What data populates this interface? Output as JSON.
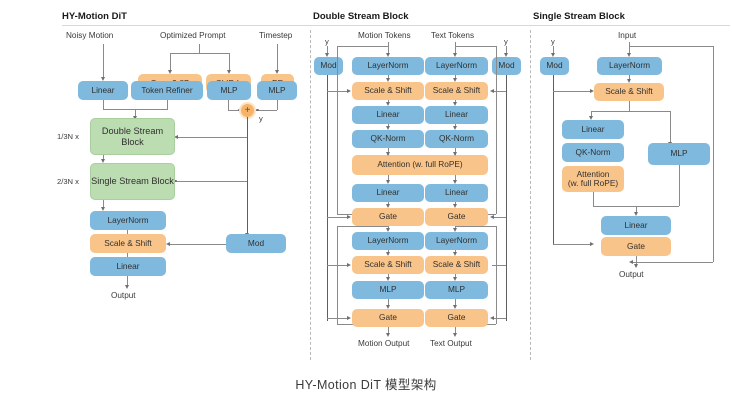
{
  "figure": {
    "caption": "HY-Motion DiT 模型架构"
  },
  "palette": {
    "blue": "#7fb9dd",
    "orange": "#f9c489",
    "green": "#bcdcb2",
    "line": "#8a8a8a",
    "text": "#31302f"
  },
  "panels": {
    "left": {
      "title": "HY-Motion DiT",
      "inputs": [
        {
          "label": "Noisy Motion"
        },
        {
          "label": "Optimized Prompt"
        },
        {
          "label": "Timestep"
        }
      ],
      "nodes": {
        "qwen": "Qwen3-8B",
        "clip": "CLIP-L",
        "pe": "PE",
        "linear_in": "Linear",
        "token_refiner": "Token Refiner",
        "mlp_clip": "MLP",
        "mlp_pe": "MLP",
        "double_stream": "Double Stream Block",
        "single_stream": "Single Stream Block",
        "layernorm": "LayerNorm",
        "scale_shift": "Scale & Shift",
        "linear_out": "Linear",
        "mod": "Mod"
      },
      "multipliers": {
        "double": "1/3N x",
        "single": "2/3N x"
      },
      "signals": {
        "y": "y"
      },
      "output": "Output"
    },
    "middle": {
      "title": "Double Stream Block",
      "top_labels": {
        "y_left": "y",
        "motion_tokens": "Motion Tokens",
        "text_tokens": "Text Tokens",
        "y_right": "y"
      },
      "mod_left": "Mod",
      "mod_right": "Mod",
      "motion_column": [
        "LayerNorm",
        "Scale & Shift",
        "Linear",
        "QK-Norm",
        "Linear",
        "Gate",
        "LayerNorm",
        "Scale & Shift",
        "MLP",
        "Gate"
      ],
      "text_column": [
        "LayerNorm",
        "Scale & Shift",
        "Linear",
        "QK-Norm",
        "Linear",
        "Gate",
        "LayerNorm",
        "Scale & Shift",
        "MLP",
        "Gate"
      ],
      "attention": "Attention (w. full RoPE)",
      "outputs": {
        "motion": "Motion Output",
        "text": "Text Output"
      }
    },
    "right": {
      "title": "Single Stream Block",
      "top_labels": {
        "y": "y",
        "input": "Input"
      },
      "nodes": {
        "mod": "Mod",
        "layernorm": "LayerNorm",
        "scale_shift": "Scale & Shift",
        "linear_q": "Linear",
        "qk_norm": "QK-Norm",
        "attention_line1": "Attention",
        "attention_line2": "(w. full RoPE)",
        "mlp": "MLP",
        "linear_out": "Linear",
        "gate": "Gate"
      },
      "output": "Output"
    }
  }
}
